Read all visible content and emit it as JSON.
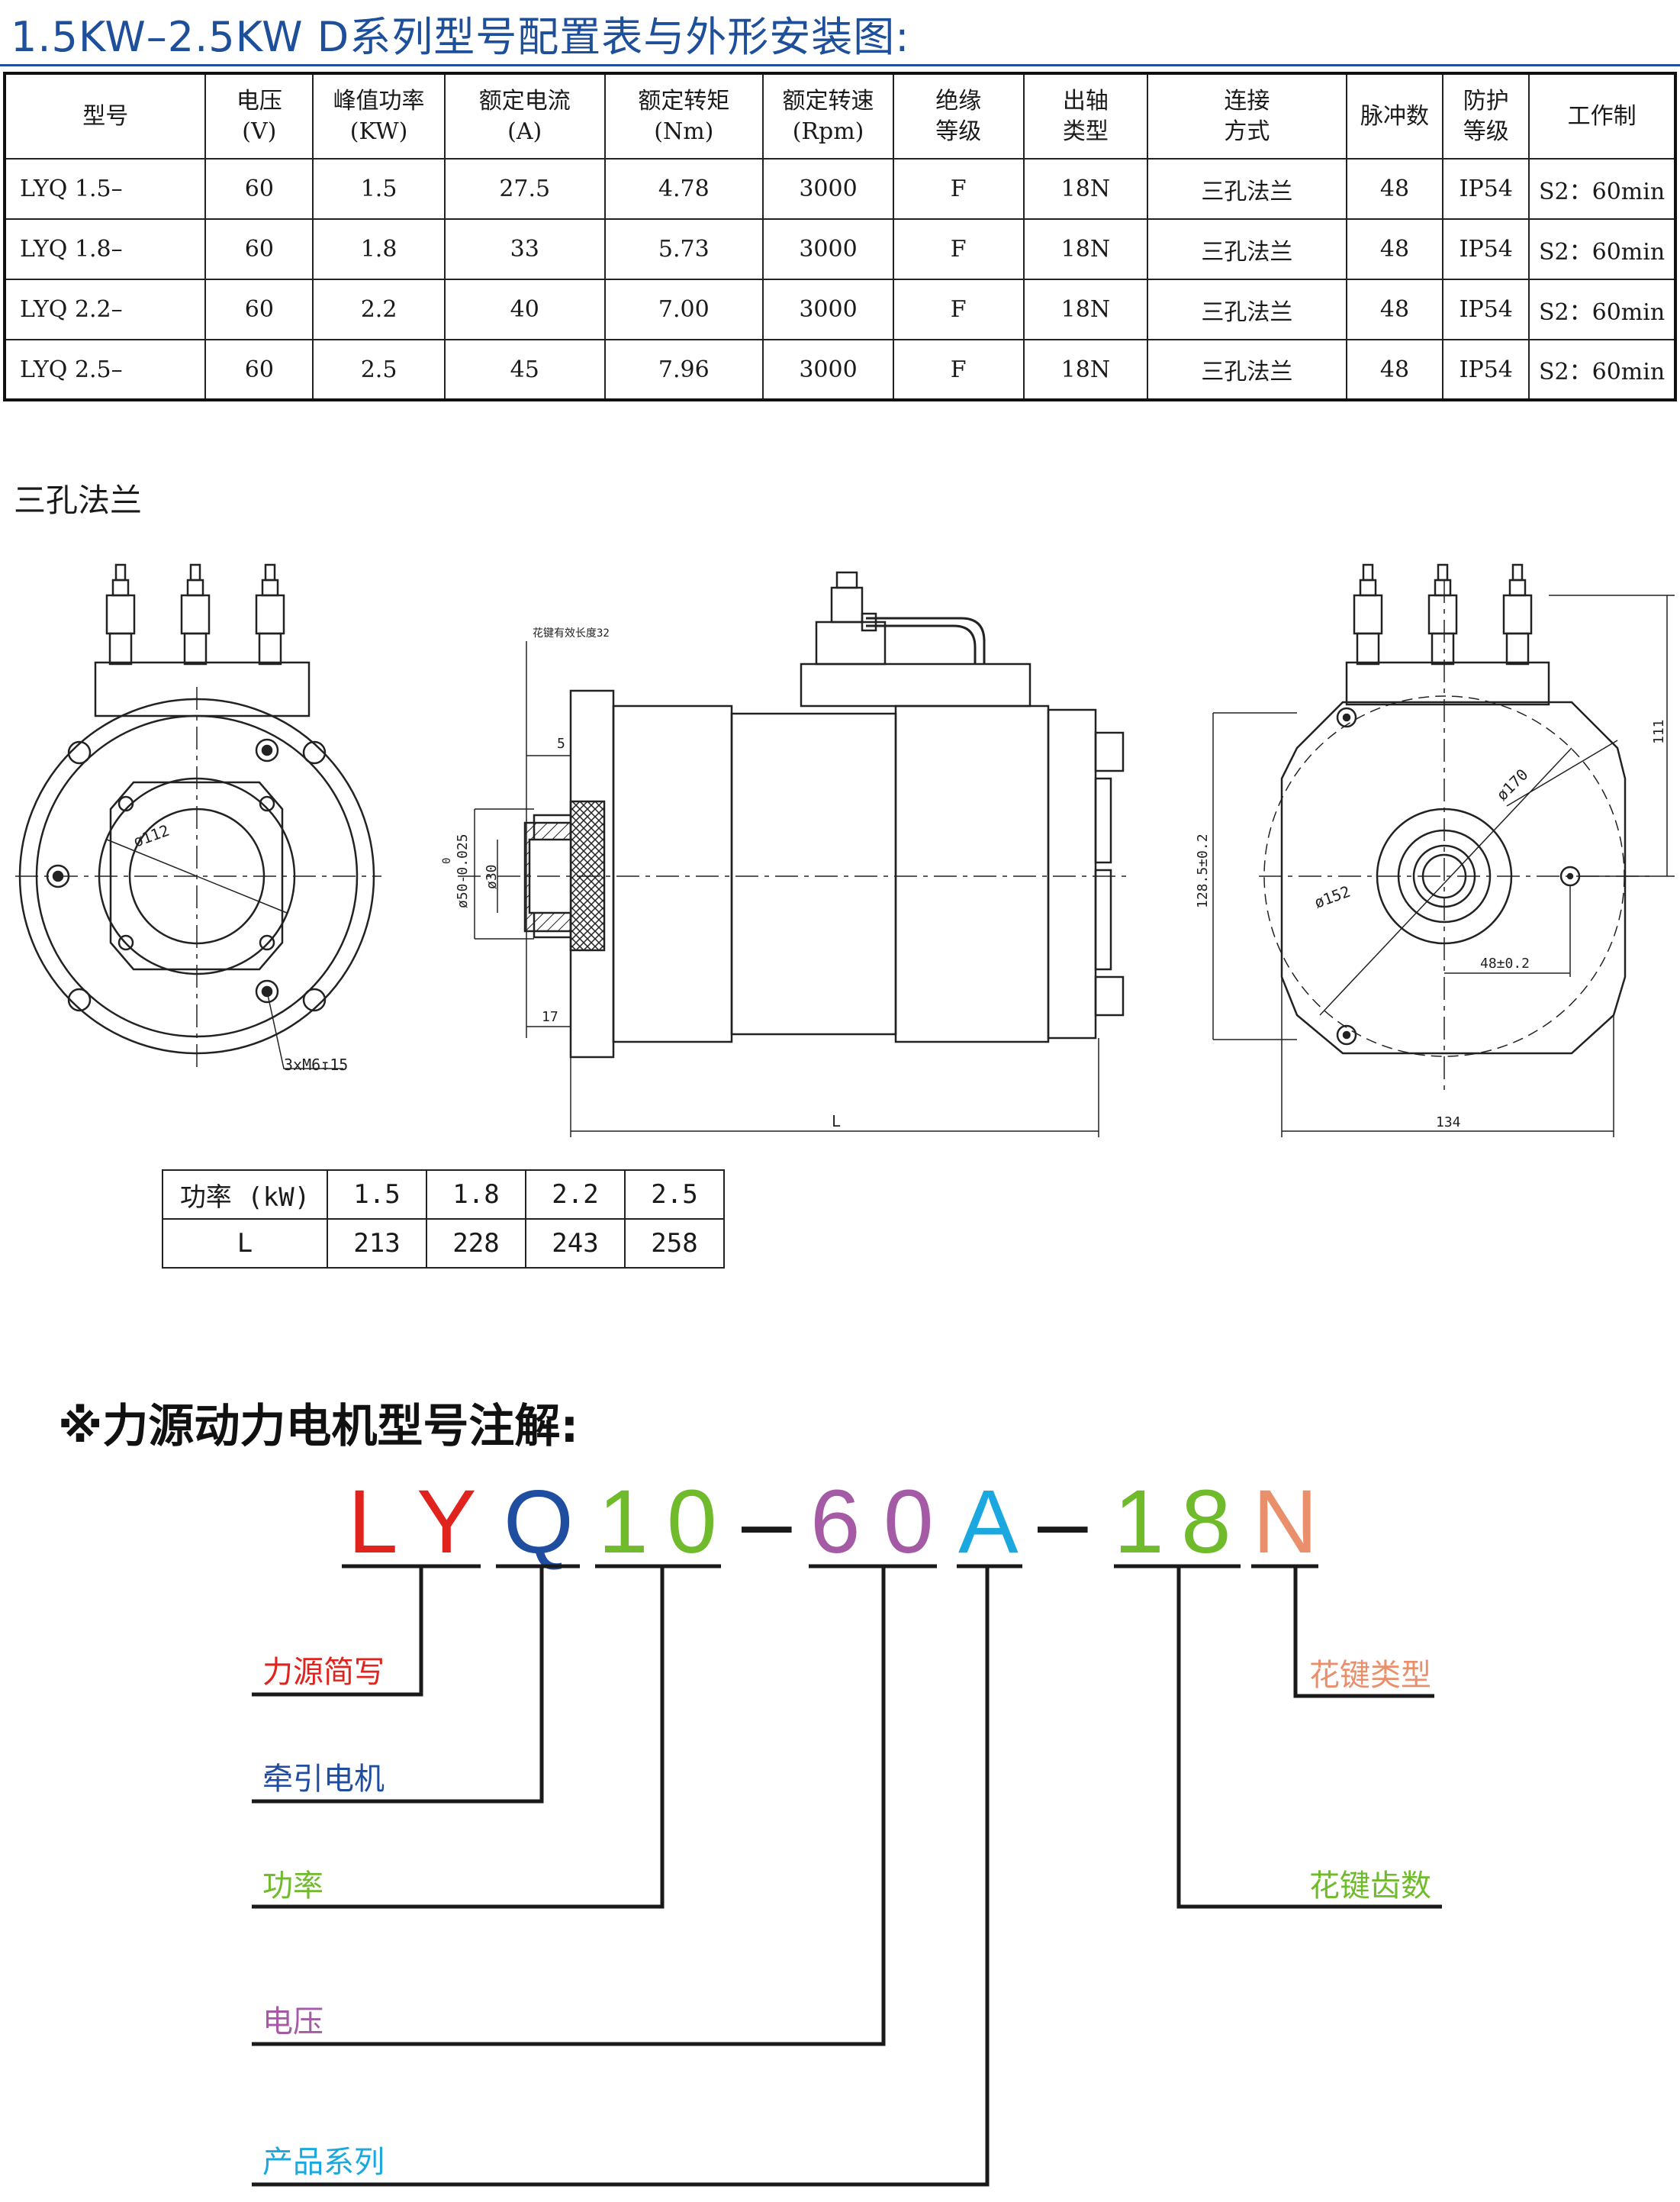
{
  "title": "1.5KW–2.5KW  D系列型号配置表与外形安装图:",
  "spec_table": {
    "headers": [
      [
        "型号",
        ""
      ],
      [
        "电压",
        "(V)"
      ],
      [
        "峰值功率",
        "(KW)"
      ],
      [
        "额定电流",
        "(A)"
      ],
      [
        "额定转矩",
        "(Nm)"
      ],
      [
        "额定转速",
        "(Rpm)"
      ],
      [
        "绝缘",
        "等级"
      ],
      [
        "出轴",
        "类型"
      ],
      [
        "连接",
        "方式"
      ],
      [
        "脉冲数",
        ""
      ],
      [
        "防护",
        "等级"
      ],
      [
        "工作制",
        ""
      ]
    ],
    "rows": [
      [
        "LYQ 1.5–",
        "60",
        "1.5",
        "27.5",
        "4.78",
        "3000",
        "F",
        "18N",
        "三孔法兰",
        "48",
        "IP54",
        "S2：60min"
      ],
      [
        "LYQ 1.8–",
        "60",
        "1.8",
        "33",
        "5.73",
        "3000",
        "F",
        "18N",
        "三孔法兰",
        "48",
        "IP54",
        "S2：60min"
      ],
      [
        "LYQ 2.2–",
        "60",
        "2.2",
        "40",
        "7.00",
        "3000",
        "F",
        "18N",
        "三孔法兰",
        "48",
        "IP54",
        "S2：60min"
      ],
      [
        "LYQ 2.5–",
        "60",
        "2.5",
        "45",
        "7.96",
        "3000",
        "F",
        "18N",
        "三孔法兰",
        "48",
        "IP54",
        "S2：60min"
      ]
    ]
  },
  "section_label": "三孔法兰",
  "drawing": {
    "dia_112": "ø112",
    "holes": "3xM6↧15",
    "spline_len": "花键有效长度32",
    "dim_5": "5",
    "dim_17": "17",
    "dim_30": "ø30",
    "dim_50": "ø50-0.025",
    "dim_50_upper": "0",
    "dim_L": "L",
    "dim_170": "ø170",
    "dim_152": "ø152",
    "dim_128": "128.5±0.2",
    "dim_48": "48±0.2",
    "dim_111": "111",
    "dim_134": "134"
  },
  "length_table": {
    "header": "功率 (kW)",
    "row_label": "L",
    "power": [
      "1.5",
      "1.8",
      "2.2",
      "2.5"
    ],
    "length": [
      "213",
      "228",
      "243",
      "258"
    ]
  },
  "note_title": "※力源动力电机型号注解:",
  "code": {
    "chars": [
      "L",
      "Y",
      "Q",
      "1",
      "0",
      "–",
      "6",
      "0",
      "A",
      "–",
      "1",
      "8",
      "N"
    ],
    "colors": [
      "#e0231c",
      "#e0231c",
      "#1f4ea1",
      "#6fbb2b",
      "#6fbb2b",
      "#1a1a1a",
      "#a55aa6",
      "#a55aa6",
      "#1aa8df",
      "#1a1a1a",
      "#6fbb2b",
      "#6fbb2b",
      "#e98f6c"
    ]
  },
  "legend": {
    "brand": "力源简写",
    "traction": "牵引电机",
    "power": "功率",
    "voltage": "电压",
    "series": "产品系列",
    "spline_type": "花键类型",
    "spline_teeth": "花键齿数"
  },
  "colors": {
    "title_blue": "#1d4f9a",
    "red": "#e0231c",
    "blue": "#1f4ea1",
    "green": "#6fbb2b",
    "purple": "#a55aa6",
    "cyan": "#1aa8df",
    "salmon": "#e98f6c"
  }
}
